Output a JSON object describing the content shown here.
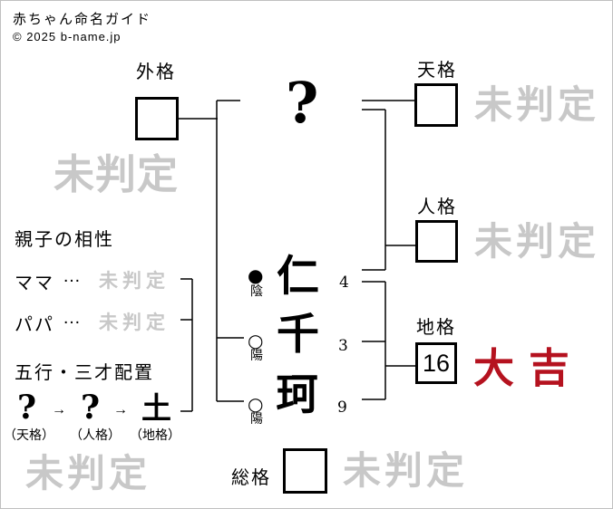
{
  "header": {
    "title": "赤ちゃん命名ガイド",
    "copyright": "© 2025 b-name.jp"
  },
  "kaku": {
    "gaikaku": {
      "label": "外格",
      "value": "",
      "result": "未判定"
    },
    "tenkaku": {
      "label": "天格",
      "value": "",
      "result": "未判定"
    },
    "jinkaku": {
      "label": "人格",
      "value": "",
      "result": "未判定"
    },
    "chikaku": {
      "label": "地格",
      "value": "16",
      "result": "大吉"
    },
    "soukaku": {
      "label": "総格",
      "value": "",
      "result": "未判定"
    }
  },
  "name_column": {
    "surname_placeholder": "?",
    "characters": [
      {
        "char": "仁",
        "strokes": "4",
        "mark": "●",
        "mark_label": "陰"
      },
      {
        "char": "千",
        "strokes": "3",
        "mark": "○",
        "mark_label": "陽"
      },
      {
        "char": "珂",
        "strokes": "9",
        "mark": "○",
        "mark_label": "陽"
      }
    ]
  },
  "compatibility": {
    "title": "親子の相性",
    "rows": [
      {
        "label": "ママ",
        "dots": "…",
        "result": "未判定"
      },
      {
        "label": "パパ",
        "dots": "…",
        "result": "未判定"
      }
    ]
  },
  "gogyo": {
    "title": "五行・三才配置",
    "arrow": "→",
    "items": [
      {
        "symbol": "?",
        "label": "（天格）"
      },
      {
        "symbol": "?",
        "label": "（人格）"
      },
      {
        "symbol": "土",
        "label": "（地格）"
      }
    ],
    "result": "未判定"
  },
  "colors": {
    "gray": "#c8c8c8",
    "red": "#b5121f",
    "line": "#000000"
  }
}
